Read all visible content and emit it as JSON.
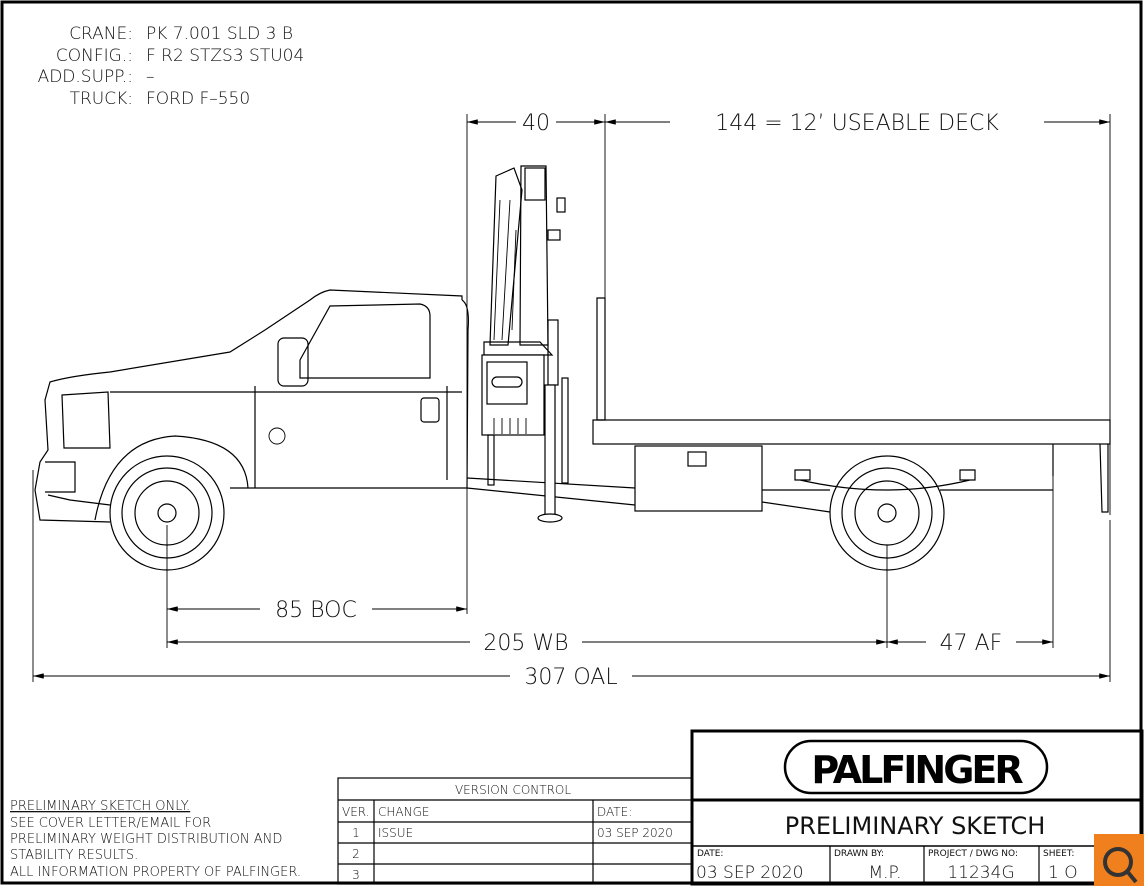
{
  "spec": {
    "crane_label": "CRANE:",
    "crane_value": "PK 7.001 SLD 3 B",
    "config_label": "CONFIG.:",
    "config_value": "F R2 STZS3 STU04",
    "addsupp_label": "ADD.SUPP.:",
    "addsupp_value": "–",
    "truck_label": "TRUCK:",
    "truck_value": "FORD F–550"
  },
  "dimensions": {
    "crane_space": "40",
    "deck": "144 = 12’ USEABLE DECK",
    "boc": "85 BOC",
    "wb": "205 WB",
    "af": "47 AF",
    "oal": "307 OAL"
  },
  "notes": {
    "title": "PRELIMINARY SKETCH ONLY.",
    "lines": [
      "SEE COVER LETTER/EMAIL FOR",
      "PRELIMINARY WEIGHT DISTRIBUTION AND",
      "STABILITY RESULTS.",
      "ALL INFORMATION PROPERTY OF PALFINGER."
    ]
  },
  "version_control": {
    "title": "VERSION CONTROL",
    "headers": [
      "VER.",
      "CHANGE",
      "DATE:"
    ],
    "rows": [
      [
        "1",
        "ISSUE",
        "03 SEP 2020"
      ],
      [
        "2",
        "",
        ""
      ],
      [
        "3",
        "",
        ""
      ]
    ]
  },
  "title_block": {
    "logo": "PALFINGER",
    "title": "PRELIMINARY SKETCH",
    "date_label": "DATE:",
    "date_value": "03 SEP 2020",
    "drawn_label": "DRAWN BY:",
    "drawn_value": "M.P.",
    "project_label": "PROJECT / DWG NO:",
    "project_value": "11234G",
    "sheet_label": "SHEET:",
    "sheet_value": "1 O"
  },
  "colors": {
    "watermark": "#f07f1e"
  }
}
